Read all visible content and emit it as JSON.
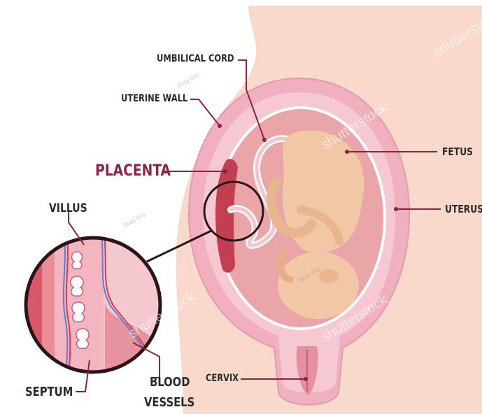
{
  "labels": {
    "umbilical_cord": "UMBILICAL CORD",
    "uterine_wall": "UTERINE WALL",
    "placenta": "PLACENTA",
    "villus": "VILLUS",
    "fetus": "FETUS",
    "uterus": "UTERUS",
    "cervix": "CERVIX",
    "septum": "SEPTUM",
    "blood_vessels_line1": "BLOOD",
    "blood_vessels_line2": "VESSELS"
  },
  "watermarks": {
    "brand": "shutterstock",
    "author": "Betty Bay"
  },
  "colors": {
    "body_skin": "#f9d9cc",
    "uterus_wall": "#f3b6c4",
    "amniotic": "#e9a3a6",
    "placenta": "#c2404f",
    "fetus": "#f0c9ab",
    "label_accent": "#8e2344",
    "leader_line": "#8a2440"
  }
}
